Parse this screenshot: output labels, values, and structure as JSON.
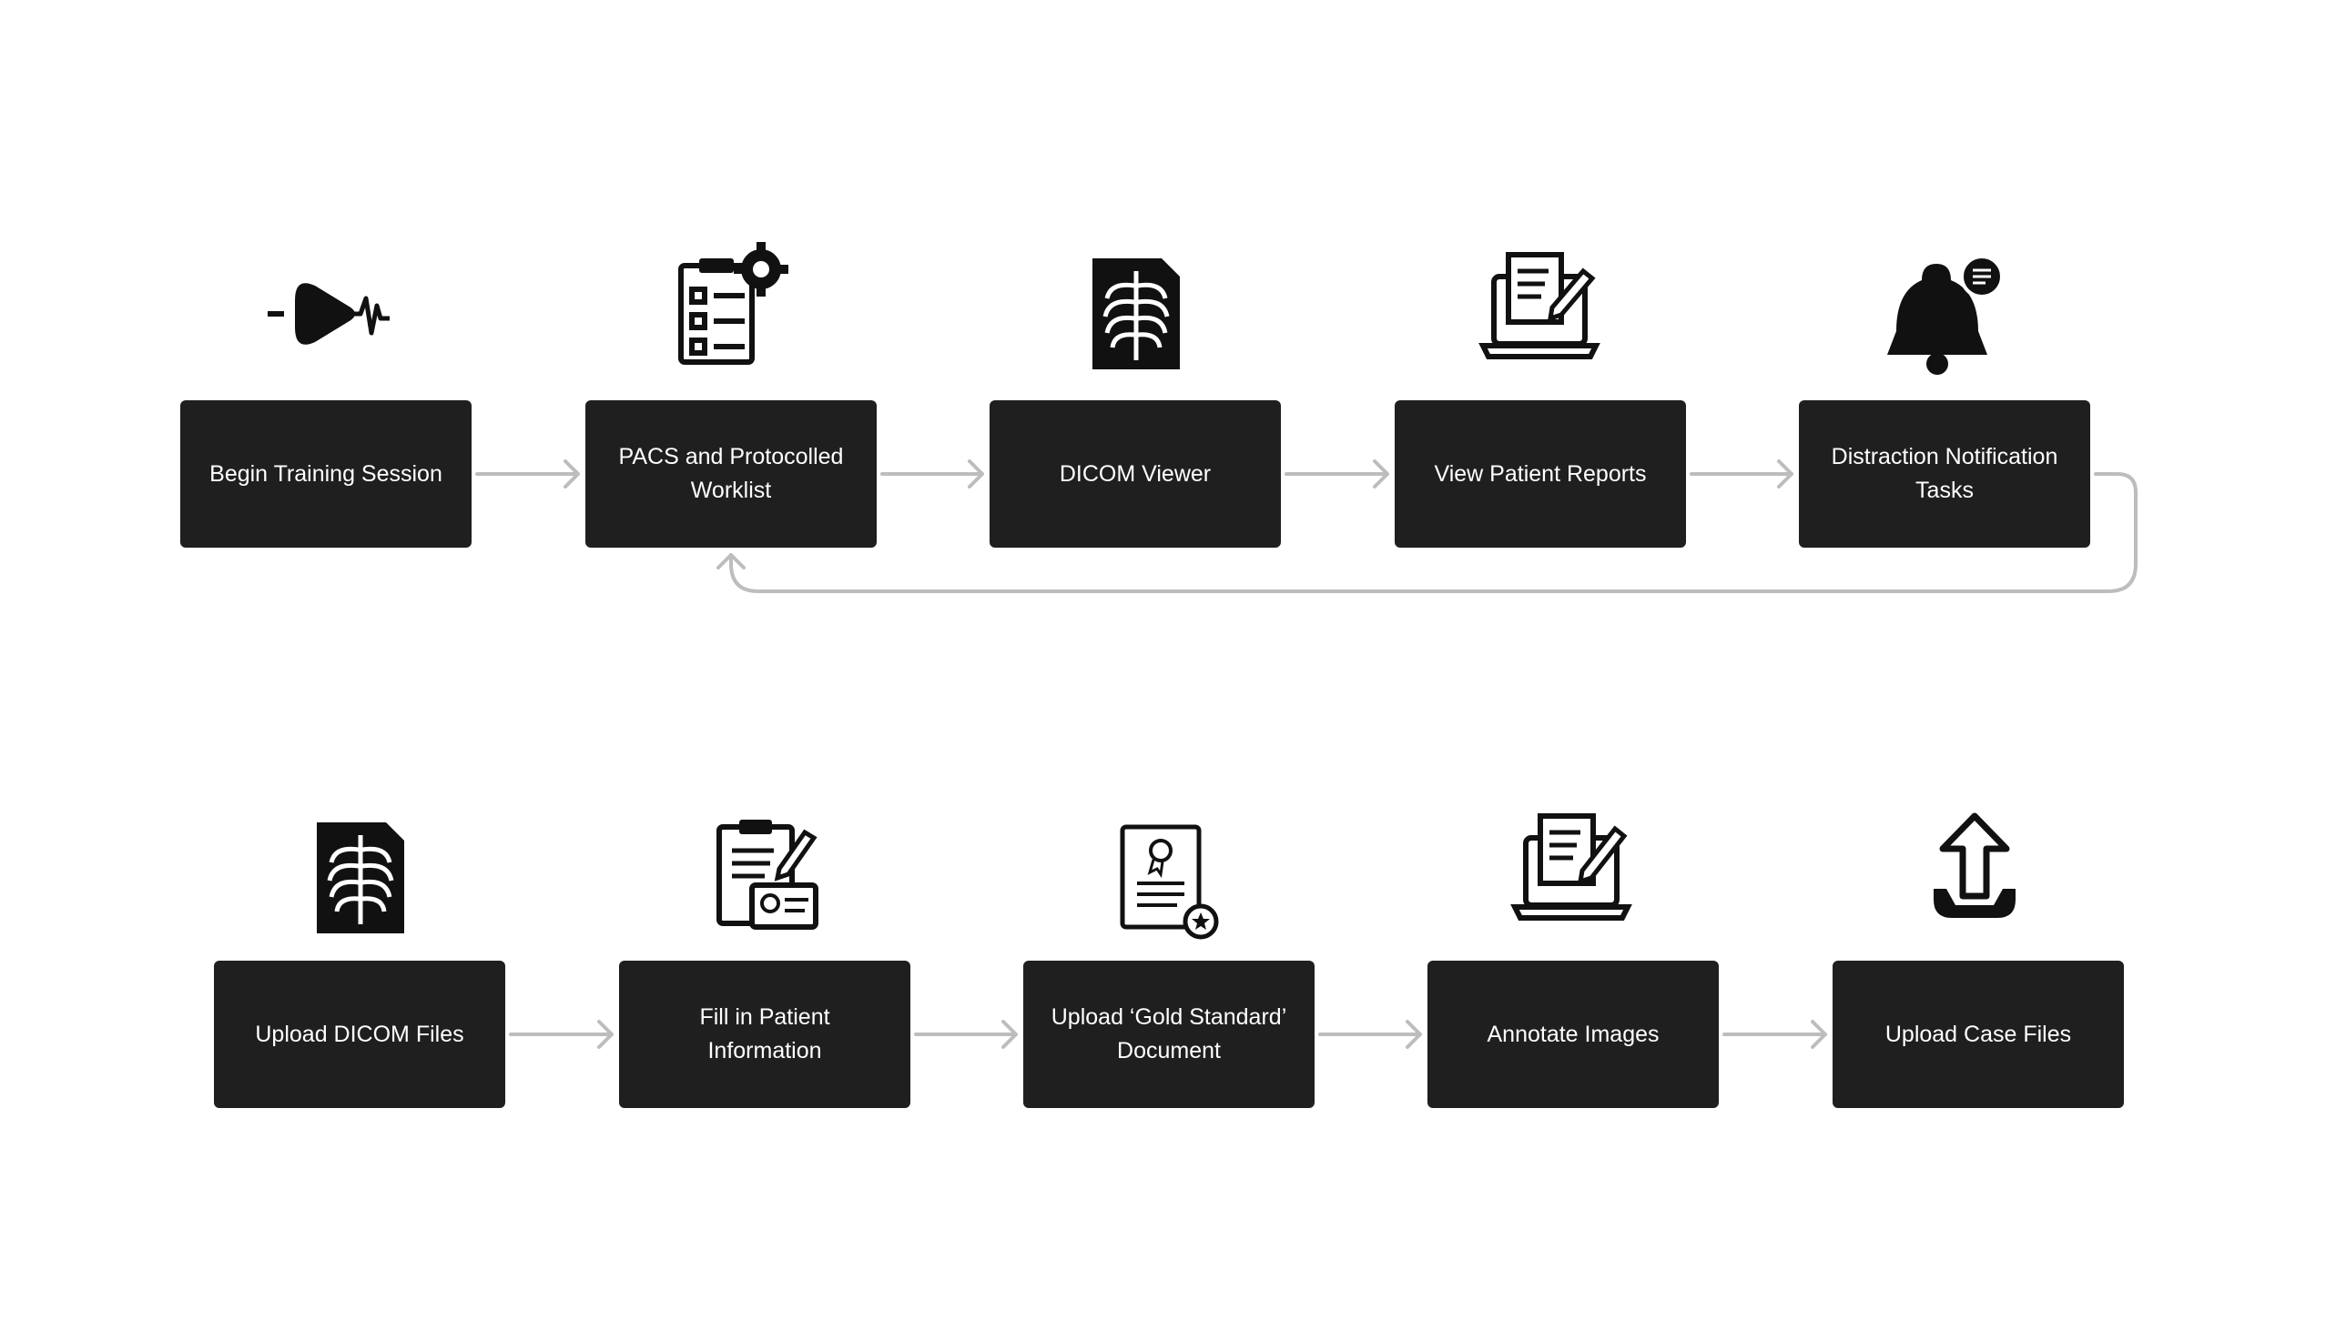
{
  "colors": {
    "node_fill": "#1f1f1f",
    "node_text": "#ffffff",
    "connector": "#bdbdbd",
    "background": "#ffffff"
  },
  "rows": [
    {
      "steps": [
        {
          "label": "Begin Training Session",
          "icon": "play-waveform-icon"
        },
        {
          "label": "PACS and Protocolled Worklist",
          "icon": "checklist-gear-icon"
        },
        {
          "label": "DICOM Viewer",
          "icon": "xray-document-icon"
        },
        {
          "label": "View Patient Reports",
          "icon": "laptop-report-icon"
        },
        {
          "label": "Distraction Notification Tasks",
          "icon": "bell-message-icon"
        }
      ],
      "loop_back": true
    },
    {
      "steps": [
        {
          "label": "Upload DICOM Files",
          "icon": "xray-document-icon"
        },
        {
          "label": "Fill in Patient Information",
          "icon": "clipboard-id-card-icon"
        },
        {
          "label": "Upload ‘Gold Standard’ Document",
          "icon": "certificate-document-icon"
        },
        {
          "label": "Annotate Images",
          "icon": "laptop-edit-icon"
        },
        {
          "label": "Upload Case Files",
          "icon": "upload-arrow-icon"
        }
      ],
      "loop_back": false
    }
  ]
}
